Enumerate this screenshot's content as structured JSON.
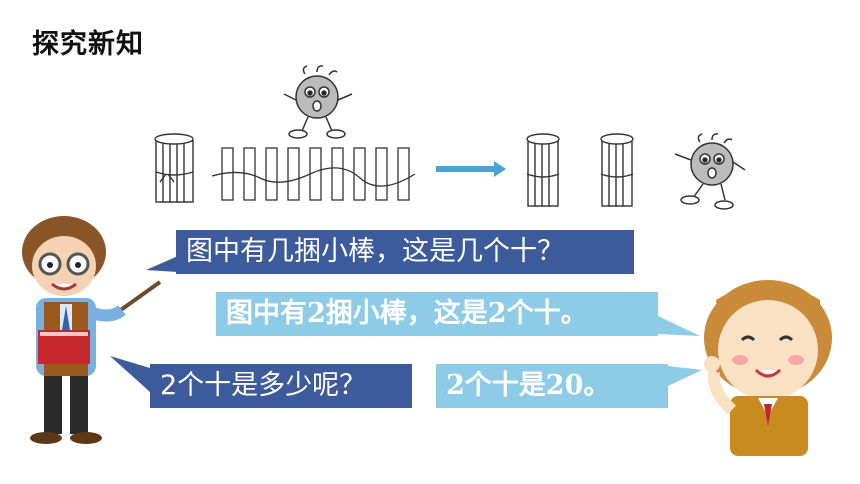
{
  "title": "探究新知",
  "bubbles": {
    "teacher_question": "图中有几捆小棒，这是几个十？",
    "girl_answer": "图中有2捆小棒，这是2个十。",
    "teacher_question_2": "2个十是多少呢？",
    "girl_answer_2": "2个十是20。"
  },
  "colors": {
    "dark_bubble": "#3d5a9a",
    "light_bubble": "#8ecbe6",
    "arrow": "#4aa3d6"
  },
  "icons": [
    "bundle-of-sticks",
    "loose-sticks",
    "virus-mascot",
    "arrow-right",
    "teacher-character",
    "girl-character"
  ]
}
